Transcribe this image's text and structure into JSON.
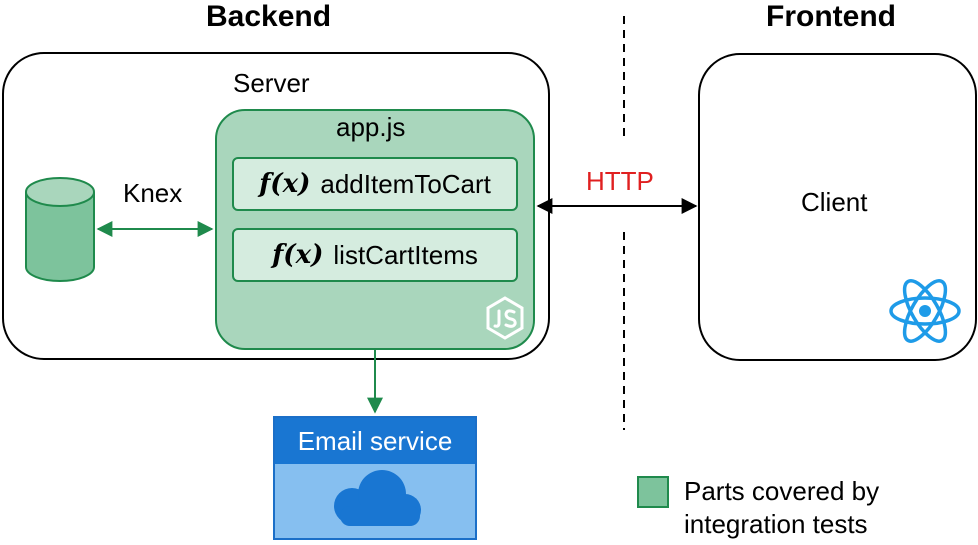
{
  "headings": {
    "backend": "Backend",
    "frontend": "Frontend"
  },
  "server": {
    "label": "Server"
  },
  "app": {
    "title": "app.js",
    "functions": [
      {
        "prefix": "f(x)",
        "name": "addItemToCart"
      },
      {
        "prefix": "f(x)",
        "name": "listCartItems"
      }
    ],
    "logo_icon": "nodejs-logo-icon"
  },
  "db": {
    "label": "DB",
    "connector_label": "Knex"
  },
  "http": {
    "label": "HTTP",
    "color": "#e02020"
  },
  "client": {
    "label": "Client",
    "logo_icon": "react-logo-icon"
  },
  "email_service": {
    "label": "Email service",
    "icon": "cloud-icon"
  },
  "legend": {
    "line1": "Parts covered by",
    "line2": "integration tests",
    "swatch_color": "#7dc39c"
  },
  "colors": {
    "green": "#1f8a4c",
    "light_green": "#a9d6bc",
    "blue": "#1976d2",
    "react_blue": "#1e9be8"
  }
}
